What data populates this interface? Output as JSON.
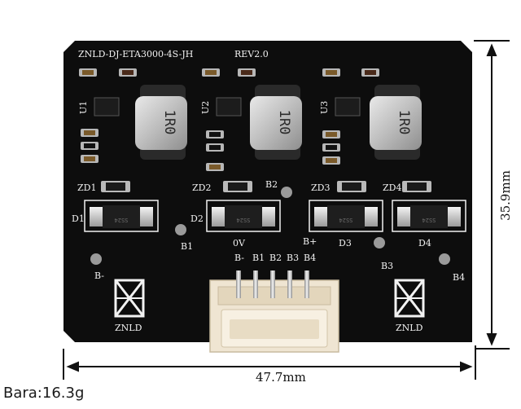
{
  "board": {
    "model": "ZNLD-DJ-ETA3000-4S-JH",
    "revision": "REV2.0",
    "regulators": [
      "U1",
      "U2",
      "U3"
    ],
    "inductor_marking": "1R0",
    "zeners": [
      "ZD1",
      "ZD2",
      "ZD3",
      "ZD4"
    ],
    "diodes": [
      "D1",
      "D2",
      "D3",
      "D4"
    ],
    "diode_marking": "SS24",
    "pads": [
      "B1",
      "B2",
      "B3",
      "B4",
      "B-",
      "B+",
      "0V"
    ],
    "connector_pins": [
      "B-",
      "B1",
      "B2",
      "B3",
      "B4"
    ],
    "logo_text": "ZNLD",
    "colors": {
      "pcb": "#0d0d0d",
      "silkscreen": "#f2f2f2",
      "connector": "#efe5d2"
    }
  },
  "dimensions": {
    "width": "47.7mm",
    "height": "35.9mm"
  },
  "weight_label": "Bara:16.3g"
}
